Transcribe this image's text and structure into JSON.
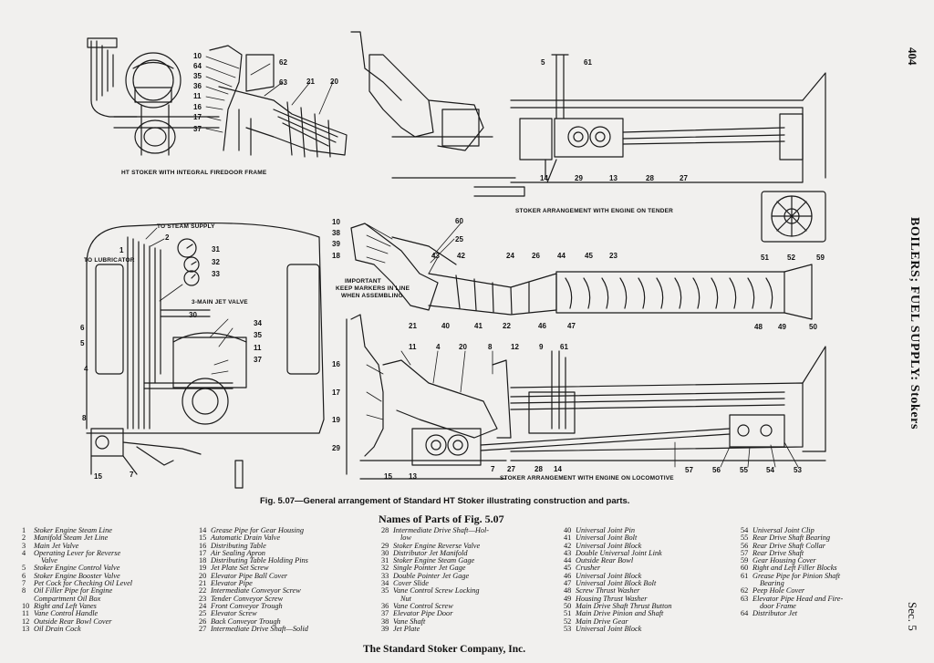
{
  "page": {
    "number": "404",
    "running_head": "BOILERS; FUEL SUPPLY: Stokers",
    "section": "Sec. 5",
    "footer": "The Standard Stoker Company, Inc."
  },
  "figure": {
    "caption": "Fig. 5.07—General arrangement of Standard HT Stoker illustrating construction and parts.",
    "views": {
      "firedoor": "HT STOKER WITH INTEGRAL FIREDOOR FRAME",
      "tender": "STOKER ARRANGEMENT WITH ENGINE ON TENDER",
      "locomotive": "STOKER ARRANGEMENT WITH ENGINE ON LOCOMOTIVE",
      "steam_supply": "TO STEAM SUPPLY",
      "lubricator": "TO LUBRICATOR",
      "main_jet_valve": "3-MAIN JET VALVE",
      "markers_note_1": "IMPORTANT",
      "markers_note_2": "KEEP MARKERS IN LINE",
      "markers_note_3": "WHEN ASSEMBLING"
    }
  },
  "parts_title": "Names of Parts of Fig. 5.07",
  "parts_columns": [
    [
      {
        "n": "1",
        "t": "Stoker Engine Steam Line"
      },
      {
        "n": "2",
        "t": "Manifold Steam Jet Line"
      },
      {
        "n": "3",
        "t": "Main Jet Valve"
      },
      {
        "n": "4",
        "t": "Operating Lever for Reverse"
      },
      {
        "n": "",
        "t": "Valve"
      },
      {
        "n": "5",
        "t": "Stoker Engine Control Valve"
      },
      {
        "n": "6",
        "t": "Stoker Engine Booster Valve"
      },
      {
        "n": "7",
        "t": "Pet Cock for Checking Oil Level"
      },
      {
        "n": "8",
        "t": "Oil Filler Pipe for Engine"
      },
      {
        "n": "",
        "t": "Compartment Oil Box"
      },
      {
        "n": "10",
        "t": "Right and Left Vanes"
      },
      {
        "n": "11",
        "t": "Vane Control Handle"
      },
      {
        "n": "12",
        "t": "Outside Rear Bowl Cover"
      },
      {
        "n": "13",
        "t": "Oil Drain Cock"
      }
    ],
    [
      {
        "n": "14",
        "t": "Grease Pipe for Gear Housing"
      },
      {
        "n": "15",
        "t": "Automatic Drain Valve"
      },
      {
        "n": "16",
        "t": "Distributing Table"
      },
      {
        "n": "17",
        "t": "Air Sealing Apron"
      },
      {
        "n": "18",
        "t": "Distributing Table Holding Pins"
      },
      {
        "n": "19",
        "t": "Jet Plate Set Screw"
      },
      {
        "n": "20",
        "t": "Elevator Pipe Ball Cover"
      },
      {
        "n": "21",
        "t": "Elevator Pipe"
      },
      {
        "n": "22",
        "t": "Intermediate Conveyor Screw"
      },
      {
        "n": "23",
        "t": "Tender Conveyor Screw"
      },
      {
        "n": "24",
        "t": "Front Conveyor Trough"
      },
      {
        "n": "25",
        "t": "Elevator Screw"
      },
      {
        "n": "26",
        "t": "Back Conveyor Trough"
      },
      {
        "n": "27",
        "t": "Intermediate Drive Shaft—Solid"
      }
    ],
    [
      {
        "n": "28",
        "t": "Intermediate Drive Shaft—Hol-"
      },
      {
        "n": "",
        "t": "low"
      },
      {
        "n": "29",
        "t": "Stoker Engine Reverse Valve"
      },
      {
        "n": "30",
        "t": "Distributor Jet Manifold"
      },
      {
        "n": "31",
        "t": "Stoker Engine Steam Gage"
      },
      {
        "n": "32",
        "t": "Single Pointer Jet Gage"
      },
      {
        "n": "33",
        "t": "Double Pointer Jet Gage"
      },
      {
        "n": "34",
        "t": "Cover Slide"
      },
      {
        "n": "35",
        "t": "Vane Control Screw Locking"
      },
      {
        "n": "",
        "t": "Nut"
      },
      {
        "n": "36",
        "t": "Vane Control Screw"
      },
      {
        "n": "37",
        "t": "Elevator Pipe Door"
      },
      {
        "n": "38",
        "t": "Vane Shaft"
      },
      {
        "n": "39",
        "t": "Jet Plate"
      }
    ],
    [
      {
        "n": "40",
        "t": "Universal Joint Pin"
      },
      {
        "n": "41",
        "t": "Universal Joint Bolt"
      },
      {
        "n": "42",
        "t": "Universal Joint Block"
      },
      {
        "n": "43",
        "t": "Double Universal Joint Link"
      },
      {
        "n": "44",
        "t": "Outside Rear Bowl"
      },
      {
        "n": "45",
        "t": "Crusher"
      },
      {
        "n": "46",
        "t": "Universal Joint Block"
      },
      {
        "n": "47",
        "t": "Universal Joint Block Bolt"
      },
      {
        "n": "48",
        "t": "Screw Thrust Washer"
      },
      {
        "n": "49",
        "t": "Housing Thrust Washer"
      },
      {
        "n": "50",
        "t": "Main Drive Shaft Thrust Button"
      },
      {
        "n": "51",
        "t": "Main Drive Pinion and Shaft"
      },
      {
        "n": "52",
        "t": "Main Drive Gear"
      },
      {
        "n": "53",
        "t": "Universal Joint Block"
      }
    ],
    [
      {
        "n": "54",
        "t": "Universal Joint Clip"
      },
      {
        "n": "55",
        "t": "Rear Drive Shaft Bearing"
      },
      {
        "n": "56",
        "t": "Rear Drive Shaft Collar"
      },
      {
        "n": "57",
        "t": "Rear Drive Shaft"
      },
      {
        "n": "59",
        "t": "Gear Housing Cover"
      },
      {
        "n": "60",
        "t": "Right and Left Filler Blocks"
      },
      {
        "n": "61",
        "t": "Grease Pipe for Pinion Shaft"
      },
      {
        "n": "",
        "t": "Bearing"
      },
      {
        "n": "62",
        "t": "Peep Hole Cover"
      },
      {
        "n": "63",
        "t": "Elevator Pipe Head and Fire-"
      },
      {
        "n": "",
        "t": "door Frame"
      },
      {
        "n": "64",
        "t": "Distributor Jet"
      }
    ]
  ],
  "callouts": [
    "10",
    "64",
    "35",
    "36",
    "11",
    "16",
    "17",
    "37",
    "62",
    "63",
    "21",
    "20",
    "5",
    "61",
    "14",
    "29",
    "13",
    "28",
    "27",
    "1",
    "2",
    "31",
    "32",
    "33",
    "30",
    "34",
    "35",
    "11",
    "37",
    "6",
    "5",
    "4",
    "8",
    "15",
    "7",
    "10",
    "38",
    "39",
    "18",
    "60",
    "25",
    "43",
    "42",
    "24",
    "26",
    "44",
    "45",
    "23",
    "21",
    "40",
    "41",
    "22",
    "46",
    "47",
    "51",
    "52",
    "59",
    "48",
    "49",
    "50",
    "16",
    "17",
    "19",
    "29",
    "11",
    "4",
    "20",
    "8",
    "12",
    "9",
    "61",
    "15",
    "13",
    "7",
    "27",
    "28",
    "14",
    "57",
    "56",
    "55",
    "54",
    "53"
  ]
}
